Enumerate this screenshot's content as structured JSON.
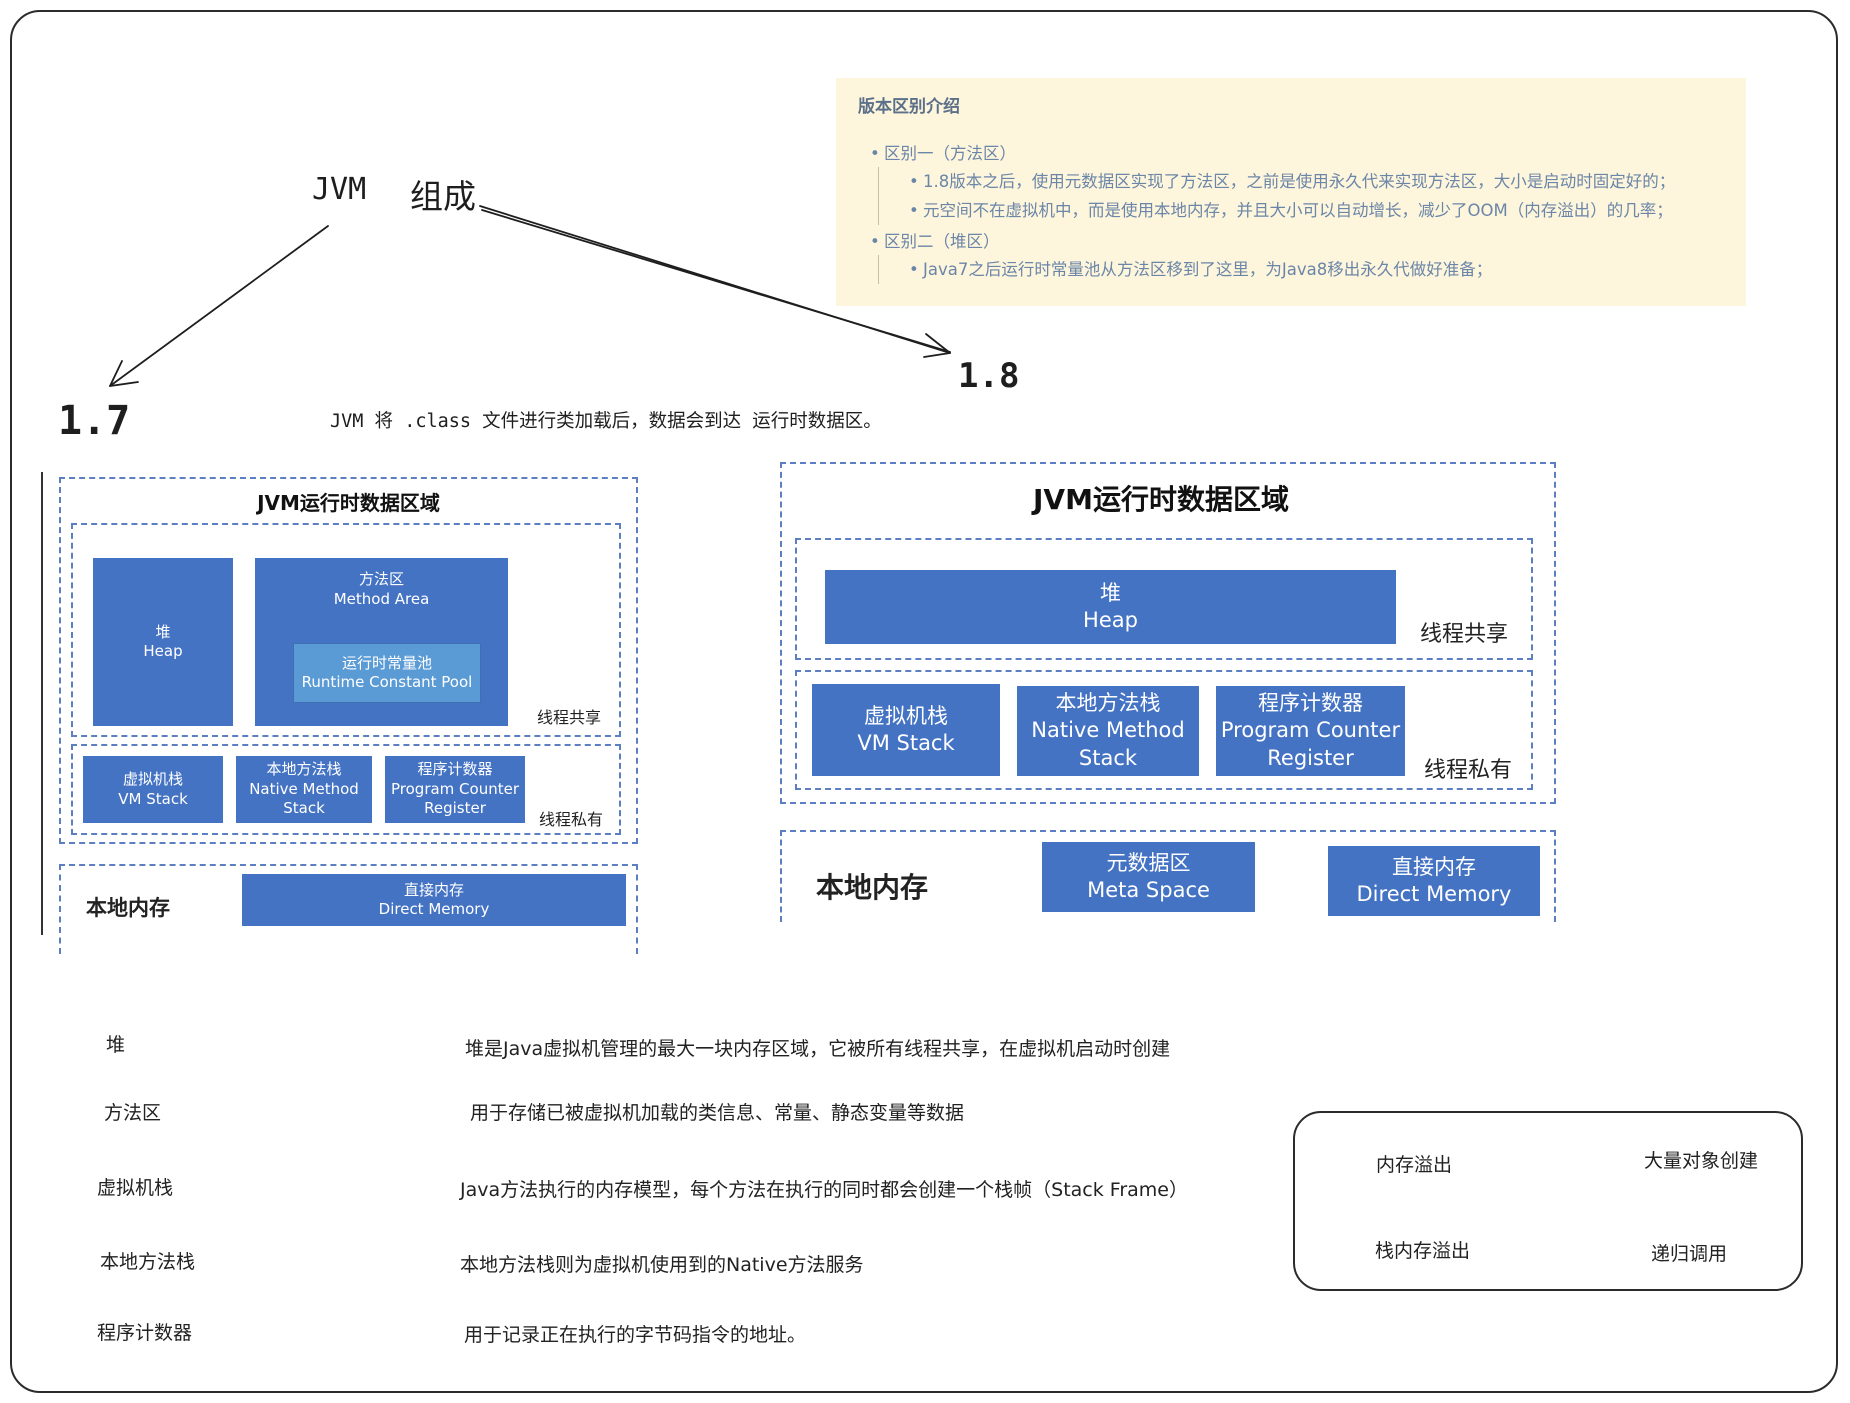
{
  "title": {
    "jvm": "JVM",
    "compose": "组成"
  },
  "versions": {
    "v17": "1.7",
    "v18": "1.8"
  },
  "intro": "JVM 将 .class 文件进行类加载后，数据会到达 运行时数据区。",
  "note": {
    "title": "版本区别介绍",
    "items": [
      {
        "text": "区别一（方法区）",
        "subs": [
          "1.8版本之后，使用元数据区实现了方法区，之前是使用永久代来实现方法区，大小是启动时固定好的；",
          "元空间不在虚拟机中，而是使用本地内存，并且大小可以自动增长，减少了OOM（内存溢出）的几率；"
        ]
      },
      {
        "text": "区别二（堆区）",
        "subs": [
          "Java7之后运行时常量池从方法区移到了这里，为Java8移出永久代做好准备；"
        ]
      }
    ]
  },
  "diagram17": {
    "title": "JVM运行时数据区域",
    "heap": {
      "zh": "堆",
      "en": "Heap"
    },
    "method_area": {
      "zh": "方法区",
      "en": "Method Area"
    },
    "runtime_pool": {
      "zh": "运行时常量池",
      "en": "Runtime Constant Pool"
    },
    "shared_label": "线程共享",
    "vm_stack": {
      "zh": "虚拟机栈",
      "en": "VM Stack"
    },
    "native_stack": {
      "zh": "本地方法栈",
      "en1": "Native Method",
      "en2": "Stack"
    },
    "pc": {
      "zh": "程序计数器",
      "en1": "Program Counter",
      "en2": "Register"
    },
    "private_label": "线程私有",
    "local_memory": "本地内存",
    "direct_memory": {
      "zh": "直接内存",
      "en": "Direct Memory"
    }
  },
  "diagram18": {
    "title": "JVM运行时数据区域",
    "heap": {
      "zh": "堆",
      "en": "Heap"
    },
    "shared_label": "线程共享",
    "vm_stack": {
      "zh": "虚拟机栈",
      "en": "VM Stack"
    },
    "native_stack": {
      "zh": "本地方法栈",
      "en1": "Native Method",
      "en2": "Stack"
    },
    "pc": {
      "zh": "程序计数器",
      "en1": "Program Counter",
      "en2": "Register"
    },
    "private_label": "线程私有",
    "local_memory": "本地内存",
    "meta_space": {
      "zh": "元数据区",
      "en": "Meta Space"
    },
    "direct_memory": {
      "zh": "直接内存",
      "en": "Direct Memory"
    }
  },
  "table": [
    {
      "term": "堆",
      "desc": "堆是Java虚拟机管理的最大一块内存区域，它被所有线程共享，在虚拟机启动时创建"
    },
    {
      "term": "方法区",
      "desc": "用于存储已被虚拟机加载的类信息、常量、静态变量等数据"
    },
    {
      "term": "虚拟机栈",
      "desc": "Java方法执行的内存模型，每个方法在执行的同时都会创建一个栈帧（Stack Frame）"
    },
    {
      "term": "本地方法栈",
      "desc": "本地方法栈则为虚拟机使用到的Native方法服务"
    },
    {
      "term": "程序计数器",
      "desc": "用于记录正在执行的字节码指令的地址。"
    }
  ],
  "oom": {
    "heap_oom": "内存溢出",
    "heap_cause": "大量对象创建",
    "stack_oom": "栈内存溢出",
    "stack_cause": "递归调用"
  },
  "colors": {
    "block": "#4473c4",
    "inner_block": "#5b9bd5",
    "dash": "#5b7fc0",
    "note_bg": "#fdf5dc"
  }
}
